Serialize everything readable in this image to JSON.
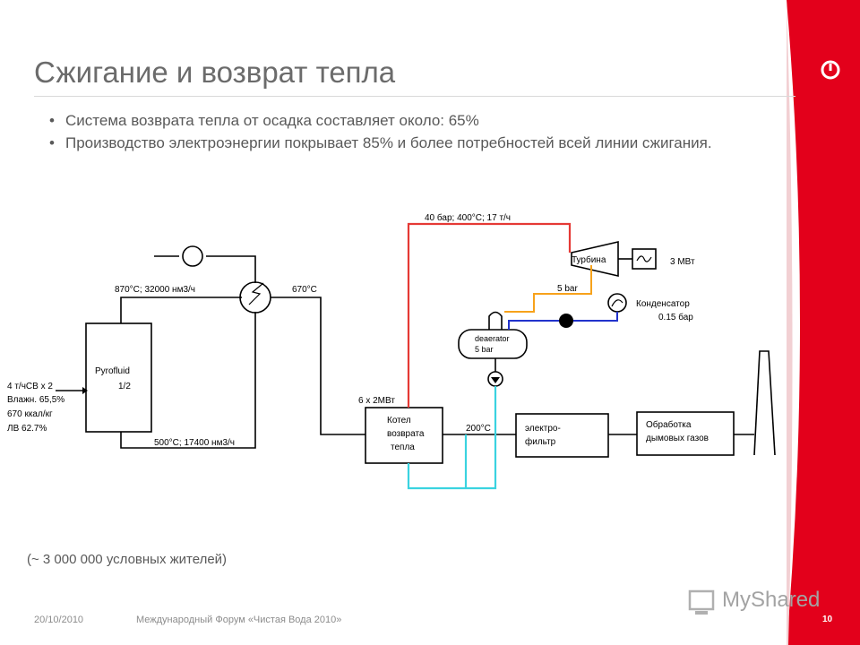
{
  "slide": {
    "title": "Сжигание и возврат тепла",
    "bullets": [
      "Система возврата тепла от осадка составляет около: 65%",
      "Производство электроэнергии покрывает 85% и более потребностей всей линии сжигания."
    ],
    "note": "(~ 3 000 000 условных жителей)",
    "footer_date": "20/10/2010",
    "footer_event": "Международный Форум «Чистая Вода 2010»",
    "page_number": "10",
    "watermark": "MyShared",
    "colors": {
      "accent_red": "#e3001b",
      "steam_red": "#e53935",
      "steam_orange": "#f7a21b",
      "water_blue": "#2233cc",
      "cold_cyan": "#3ad3e0"
    }
  },
  "diagram": {
    "feed_lines": [
      "4 т/чСВ х 2",
      "Влажн. 65,5%",
      "670 ккал/кг",
      "ЛВ 62.7%"
    ],
    "furnace_lines": [
      "Pyrofluid",
      "1/2"
    ],
    "flow_top_left": "870°C;  32000 нм3/ч",
    "flow_top_right": "670°C",
    "flow_bottom": "500°C; 17400 нм3/ч",
    "boiler_capacity": "6 х 2МВт",
    "boiler_lines": [
      "Котел",
      "возврата",
      "тепла"
    ],
    "steam_label": "40 бар; 400°C; 17 т/ч",
    "turbine_label": "Турбина",
    "power_label": "3 МВт",
    "pressure_5bar": "5 bar",
    "condenser_lines": [
      "Конденсатор",
      "0.15 бар"
    ],
    "deaerator_lines": [
      "deaerator",
      "5 bar"
    ],
    "gas_temp": "200°C",
    "filter_lines": [
      "электро-",
      "фильтр"
    ],
    "treatment_lines": [
      "Обработка",
      "дымовых газов"
    ]
  }
}
